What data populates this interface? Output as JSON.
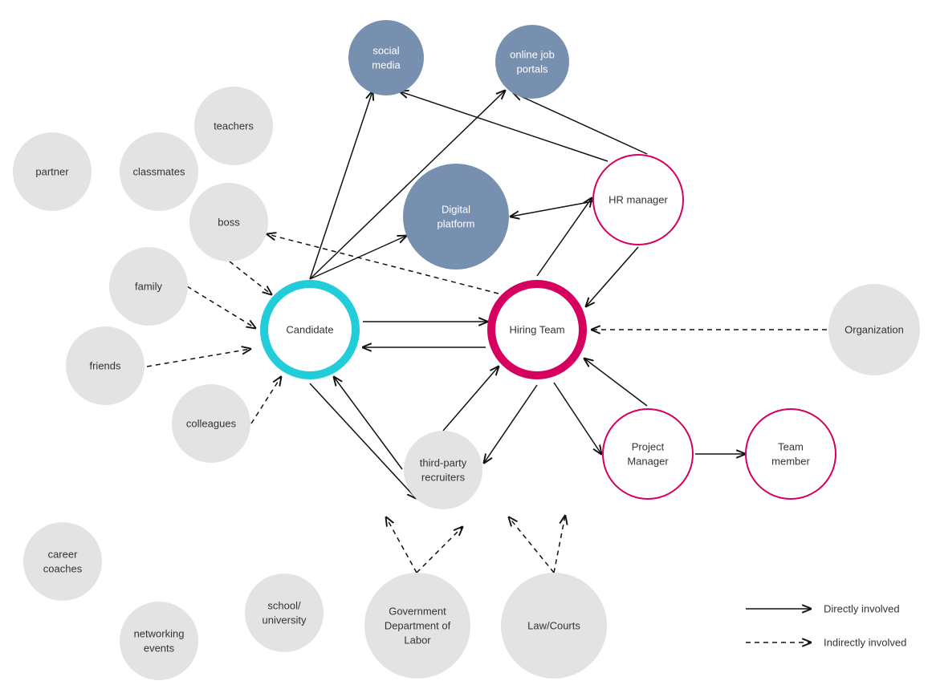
{
  "colors": {
    "context_fill": "#e3e3e3",
    "platform_fill": "#7890b0",
    "candidate_ring": "#22ccd9",
    "hiring_ring": "#d6005e",
    "member_ring": "#d6005e",
    "edge": "#111111"
  },
  "nodes": [
    {
      "id": "social-media",
      "kind": "platform",
      "lines": [
        "social",
        "media"
      ]
    },
    {
      "id": "online-job-portals",
      "kind": "platform",
      "lines": [
        "online job",
        "portals"
      ]
    },
    {
      "id": "digital-platform",
      "kind": "platform",
      "lines": [
        "Digital",
        "platform"
      ]
    },
    {
      "id": "teachers",
      "kind": "context",
      "lines": [
        "teachers"
      ]
    },
    {
      "id": "partner",
      "kind": "context",
      "lines": [
        "partner"
      ]
    },
    {
      "id": "classmates",
      "kind": "context",
      "lines": [
        "classmates"
      ]
    },
    {
      "id": "boss",
      "kind": "context",
      "lines": [
        "boss"
      ]
    },
    {
      "id": "family",
      "kind": "context",
      "lines": [
        "family"
      ]
    },
    {
      "id": "friends",
      "kind": "context",
      "lines": [
        "friends"
      ]
    },
    {
      "id": "colleagues",
      "kind": "context",
      "lines": [
        "colleagues"
      ]
    },
    {
      "id": "candidate",
      "kind": "candidate",
      "lines": [
        "Candidate"
      ]
    },
    {
      "id": "hiring-team",
      "kind": "hiring",
      "lines": [
        "Hiring Team"
      ]
    },
    {
      "id": "hr-manager",
      "kind": "member",
      "lines": [
        "HR manager"
      ]
    },
    {
      "id": "organization",
      "kind": "context",
      "lines": [
        "Organization"
      ]
    },
    {
      "id": "third-party-recruiters",
      "kind": "context",
      "lines": [
        "third-party",
        "recruiters"
      ]
    },
    {
      "id": "project-manager",
      "kind": "member",
      "lines": [
        "Project",
        "Manager"
      ]
    },
    {
      "id": "team-member",
      "kind": "member",
      "lines": [
        "Team",
        "member"
      ]
    },
    {
      "id": "career-coaches",
      "kind": "context",
      "lines": [
        "career",
        "coaches"
      ]
    },
    {
      "id": "networking-events",
      "kind": "context",
      "lines": [
        "networking",
        "events"
      ]
    },
    {
      "id": "school-university",
      "kind": "context",
      "lines": [
        "school/",
        "university"
      ]
    },
    {
      "id": "government-department-of-labor",
      "kind": "context",
      "lines": [
        "Government",
        "Department of",
        "Labor"
      ]
    },
    {
      "id": "law-courts",
      "kind": "context",
      "lines": [
        "Law/Courts"
      ]
    }
  ],
  "edges": [
    {
      "from": "candidate",
      "to": "social-media",
      "style": "direct"
    },
    {
      "from": "candidate",
      "to": "online-job-portals",
      "style": "direct"
    },
    {
      "from": "candidate",
      "to": "digital-platform",
      "style": "direct"
    },
    {
      "from": "hr-manager",
      "to": "social-media",
      "style": "direct"
    },
    {
      "from": "hr-manager",
      "to": "online-job-portals",
      "style": "direct"
    },
    {
      "from": "hr-manager",
      "to": "digital-platform",
      "style": "direct"
    },
    {
      "from": "hiring-team",
      "to": "hr-manager",
      "style": "direct"
    },
    {
      "from": "hr-manager",
      "to": "hiring-team",
      "style": "direct"
    },
    {
      "from": "candidate",
      "to": "hiring-team",
      "style": "direct"
    },
    {
      "from": "hiring-team",
      "to": "candidate",
      "style": "direct"
    },
    {
      "from": "candidate",
      "to": "third-party-recruiters",
      "style": "direct"
    },
    {
      "from": "third-party-recruiters",
      "to": "candidate",
      "style": "direct"
    },
    {
      "from": "third-party-recruiters",
      "to": "hiring-team",
      "style": "direct"
    },
    {
      "from": "hiring-team",
      "to": "third-party-recruiters",
      "style": "direct"
    },
    {
      "from": "hiring-team",
      "to": "project-manager",
      "style": "direct"
    },
    {
      "from": "project-manager",
      "to": "hiring-team",
      "style": "direct"
    },
    {
      "from": "project-manager",
      "to": "team-member",
      "style": "direct"
    },
    {
      "from": "organization",
      "to": "hiring-team",
      "style": "indirect"
    },
    {
      "from": "hiring-team",
      "to": "boss",
      "style": "indirect"
    },
    {
      "from": "boss",
      "to": "candidate",
      "style": "indirect"
    },
    {
      "from": "family",
      "to": "candidate",
      "style": "indirect"
    },
    {
      "from": "friends",
      "to": "candidate",
      "style": "indirect"
    },
    {
      "from": "colleagues",
      "to": "candidate",
      "style": "indirect"
    },
    {
      "from": "government-department-of-labor",
      "to": "third-party-recruiters",
      "style": "indirect"
    },
    {
      "from": "government-department-of-labor",
      "to": "third-party-recruiters",
      "style": "indirect"
    },
    {
      "from": "law-courts",
      "to": "third-party-recruiters",
      "style": "indirect"
    },
    {
      "from": "law-courts",
      "to": "hiring-team",
      "style": "indirect"
    }
  ],
  "legend": {
    "direct_label": "Directly involved",
    "indirect_label": "Indirectly involved"
  }
}
